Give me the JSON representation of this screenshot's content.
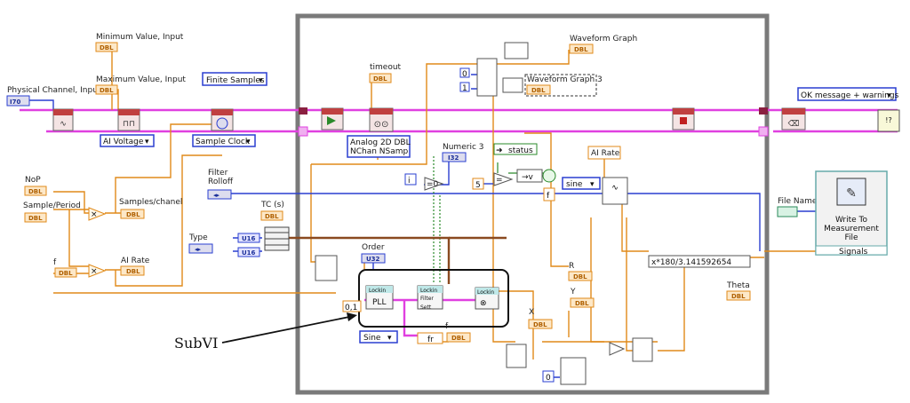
{
  "labels": {
    "physical_channel": "Physical Channel, Input",
    "minimum_value": "Minimum Value, Input",
    "maximum_value": "Maximum Value, Input",
    "nop": "NoP",
    "sample_period": "Sample/Period",
    "f": "f",
    "samples_chanel": "Samples/chanel",
    "ai_rate_left": "AI Rate",
    "filter_rolloff": "Filter\nRolloff",
    "tc": "TC (s)",
    "type": "Type",
    "order": "Order",
    "timeout": "timeout",
    "waveform_graph": "Waveform Graph",
    "waveform_graph_3": "Waveform Graph 3",
    "numeric_3": "Numeric 3",
    "status": "status",
    "ai_rate_right": "AI Rate",
    "f_inner": "f",
    "fr": "fr",
    "r": "R",
    "y": "Y",
    "x": "X",
    "theta": "Theta",
    "file_name": "File Name",
    "subvi": "SubVI"
  },
  "controls": {
    "finite_samples": "Finite Samples",
    "ai_voltage": "AI Voltage",
    "sample_clock": "Sample Clock",
    "analog_2d": "Analog 2D DBL\nNChan NSamp",
    "ok_message": "OK message + warnings",
    "sine_inner": "sine",
    "sine_lower": "Sine",
    "formula": "x*180/3.141592654",
    "write_measurement": "Write To\nMeasurement\nFile",
    "signals": "Signals",
    "lockin_pll": "PLL",
    "lockin_filter": "Filter\nSett",
    "lockin_header": "Lockin"
  },
  "constants": {
    "zero_a": "0",
    "one": "1",
    "five": "5",
    "zero_b": "0",
    "zero_one": "0,1",
    "i": "i"
  },
  "types": {
    "dbl": "DBL",
    "u16": "U16",
    "u32": "U32",
    "i32": "I32",
    "i70": "I70"
  },
  "colors": {
    "orange_wire": "#e08a1a",
    "blue_wire": "#2a3fd0",
    "pink_wire": "#e040e0",
    "green_wire": "#2a8a2a",
    "loop_border": "#777777"
  }
}
